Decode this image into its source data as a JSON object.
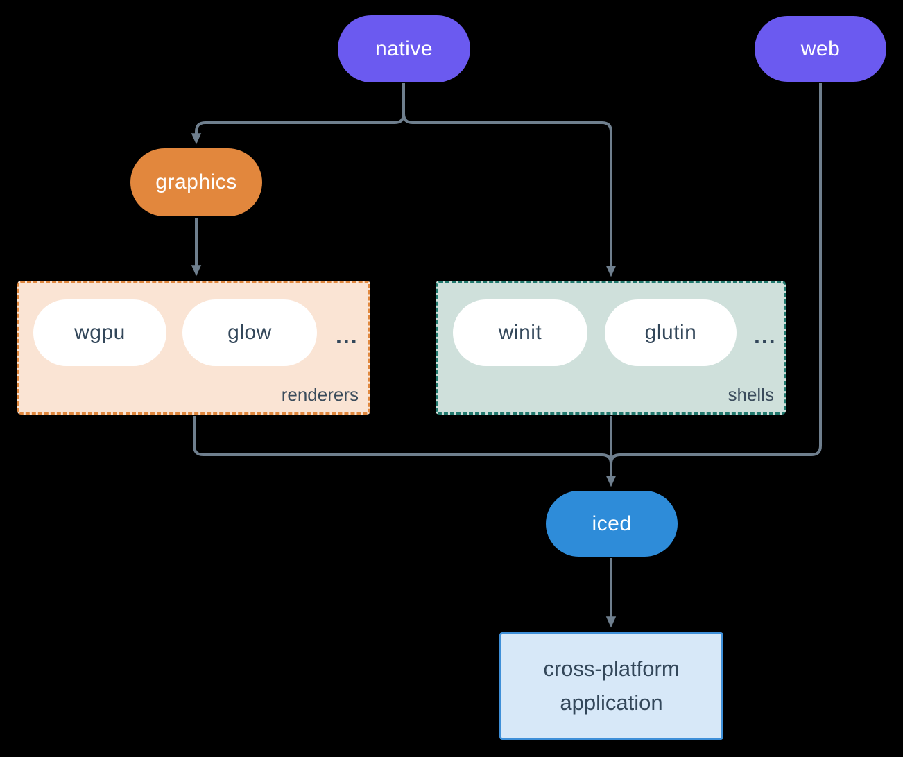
{
  "canvas_background": "#000000",
  "connector_color": "#6f7f8e",
  "nodes": {
    "native": {
      "label": "native",
      "color": "#6b5af0",
      "text_color": "#ffffff"
    },
    "web": {
      "label": "web",
      "color": "#6b5af0",
      "text_color": "#ffffff"
    },
    "graphics": {
      "label": "graphics",
      "color": "#e2873d",
      "text_color": "#ffffff"
    },
    "iced": {
      "label": "iced",
      "color": "#2e8cd9",
      "text_color": "#ffffff"
    },
    "application": {
      "label": "cross-platform application",
      "background": "#d7e8f8",
      "border": "#3e8fd8",
      "text_color": "#33475a"
    }
  },
  "groups": {
    "renderers": {
      "label": "renderers",
      "items": [
        "wgpu",
        "glow"
      ],
      "ellipsis": "...",
      "background": "#fae4d4",
      "border": "#e0873d",
      "item_pill_background": "#ffffff",
      "item_text_color": "#33475a"
    },
    "shells": {
      "label": "shells",
      "items": [
        "winit",
        "glutin"
      ],
      "ellipsis": "...",
      "background": "#cfe0db",
      "border": "#21796e",
      "item_pill_background": "#ffffff",
      "item_text_color": "#33475a"
    }
  },
  "edges": [
    {
      "from": "native",
      "to": "graphics"
    },
    {
      "from": "native",
      "to": "shells"
    },
    {
      "from": "graphics",
      "to": "renderers"
    },
    {
      "from": "renderers",
      "to": "iced"
    },
    {
      "from": "shells",
      "to": "iced"
    },
    {
      "from": "web",
      "to": "iced"
    },
    {
      "from": "iced",
      "to": "application"
    }
  ]
}
